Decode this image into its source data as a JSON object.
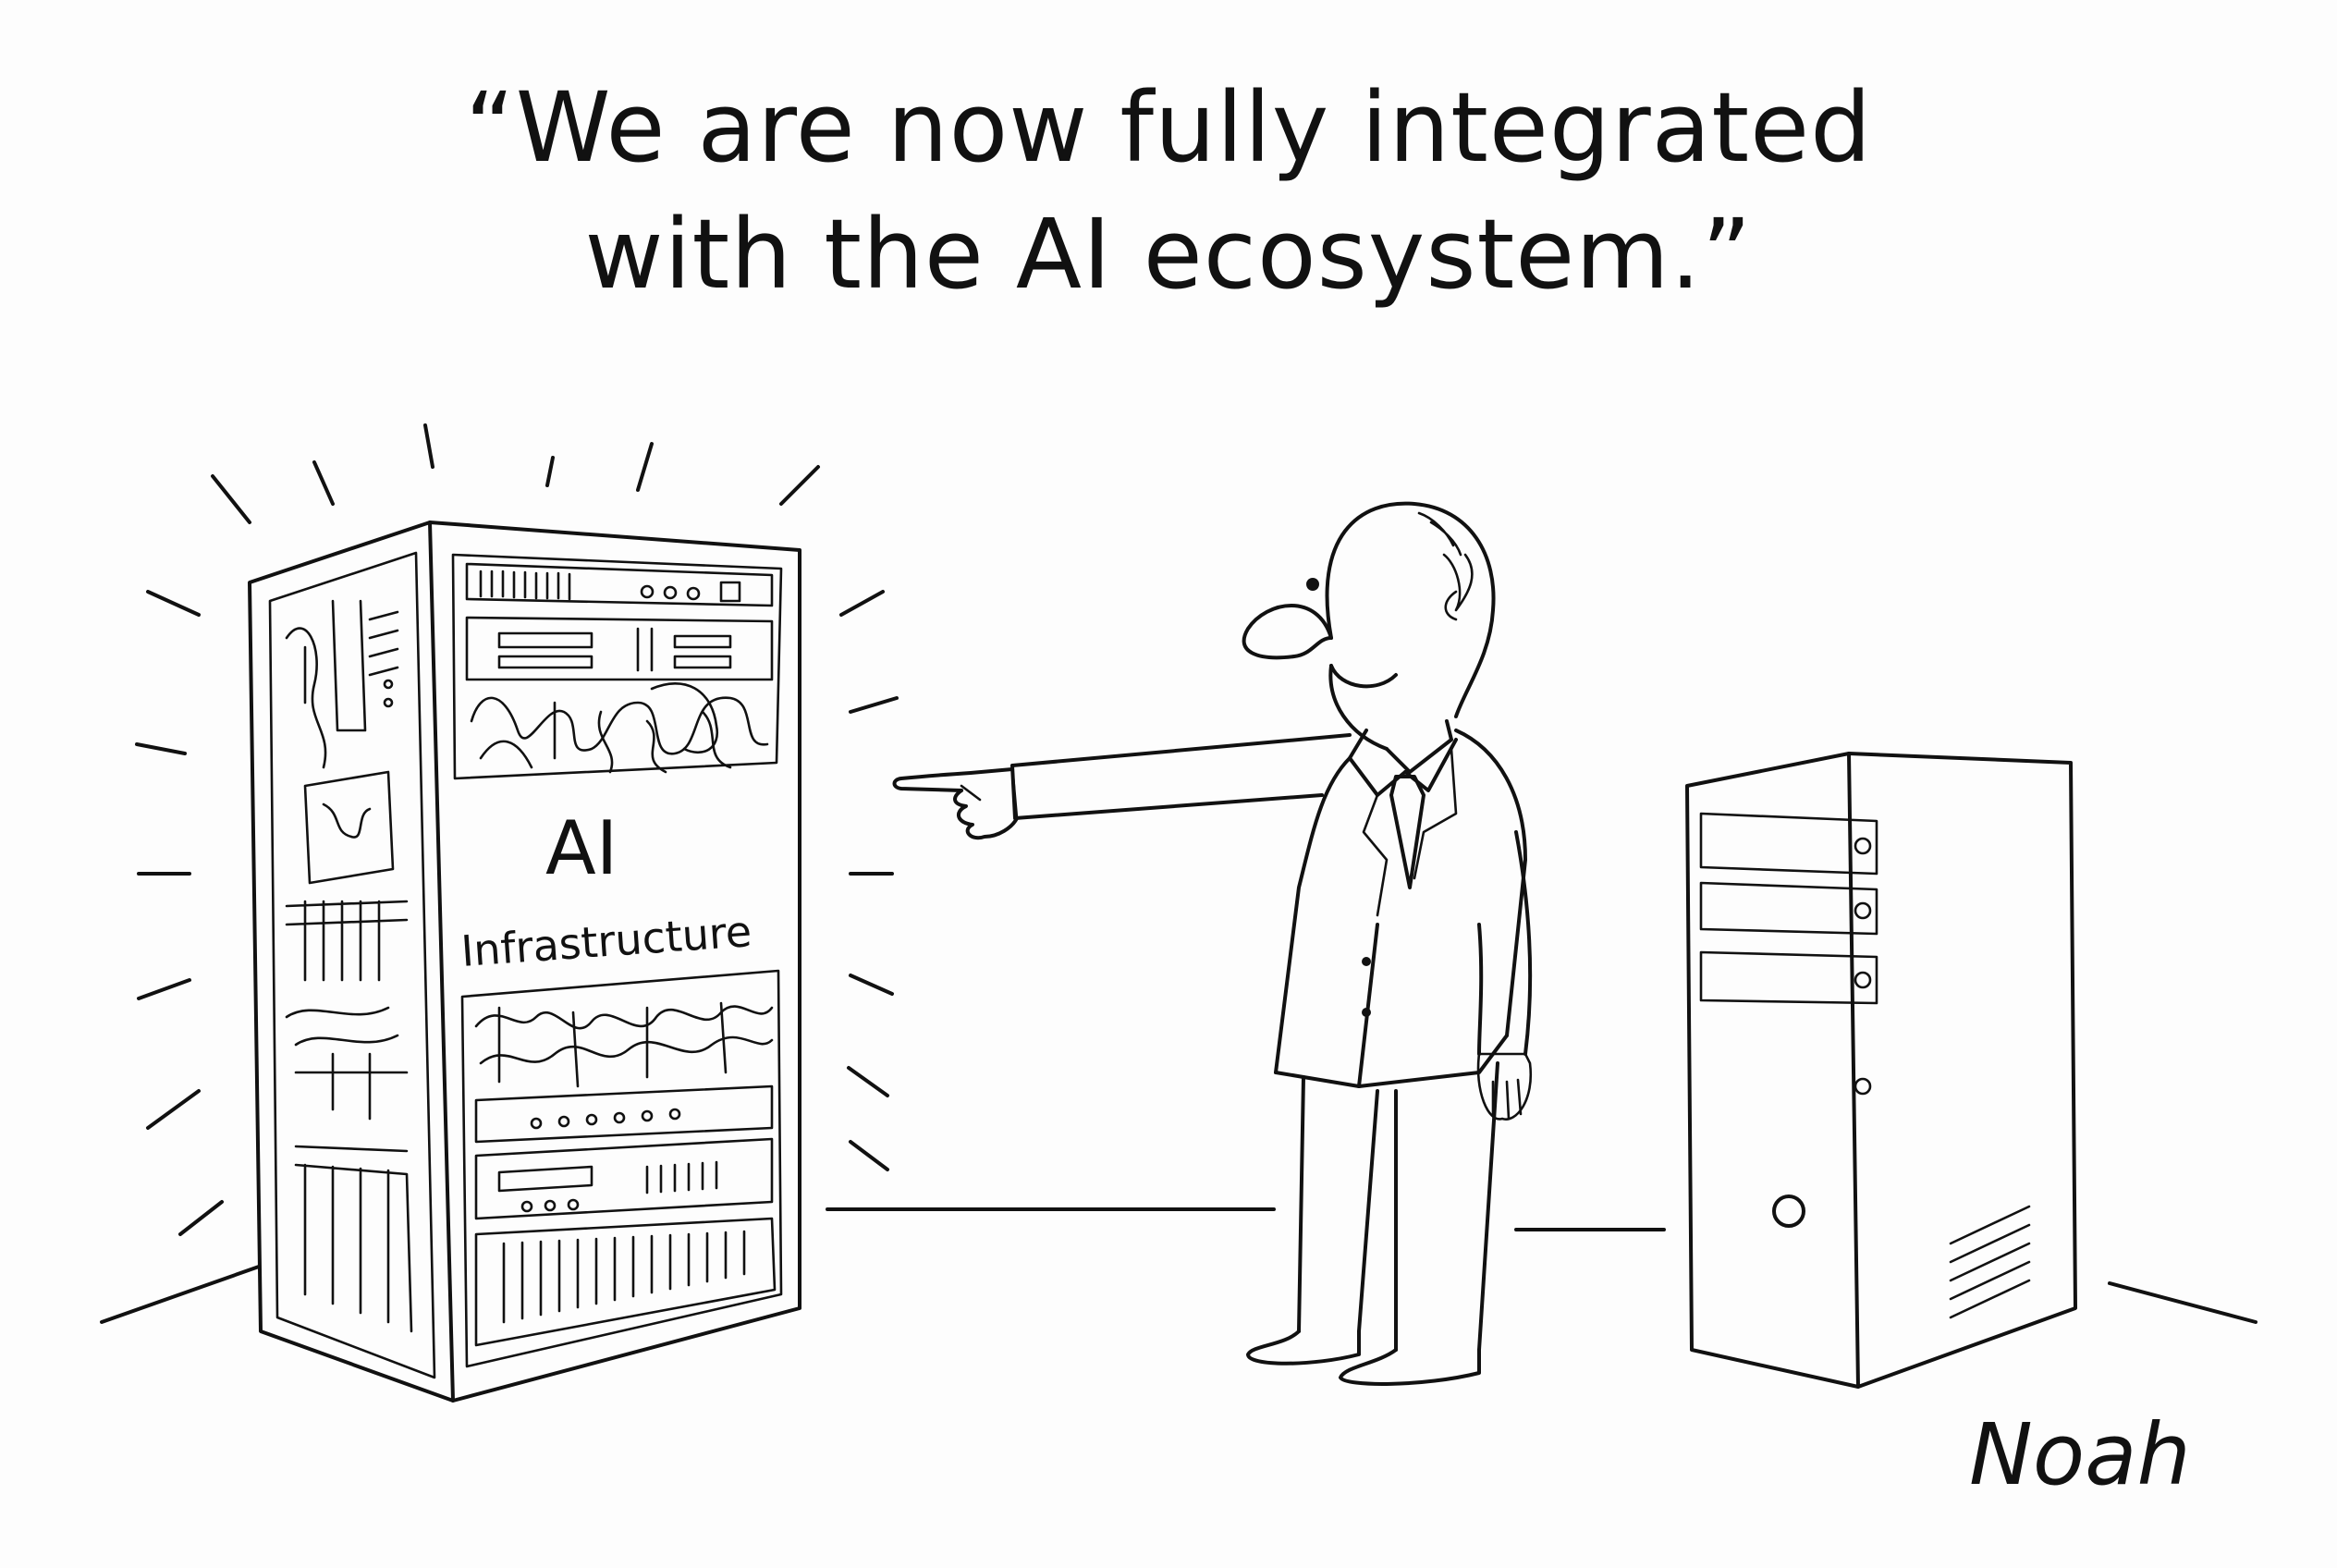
{
  "caption": {
    "line1": "“We are now fully integrated",
    "line2": "with the AI ecosystem.”"
  },
  "rack_label": {
    "line1": "AI",
    "line2": "Infrastructure"
  },
  "signature": "Noah",
  "colors": {
    "ink": "#111111",
    "paper": "#fdfdfd"
  }
}
